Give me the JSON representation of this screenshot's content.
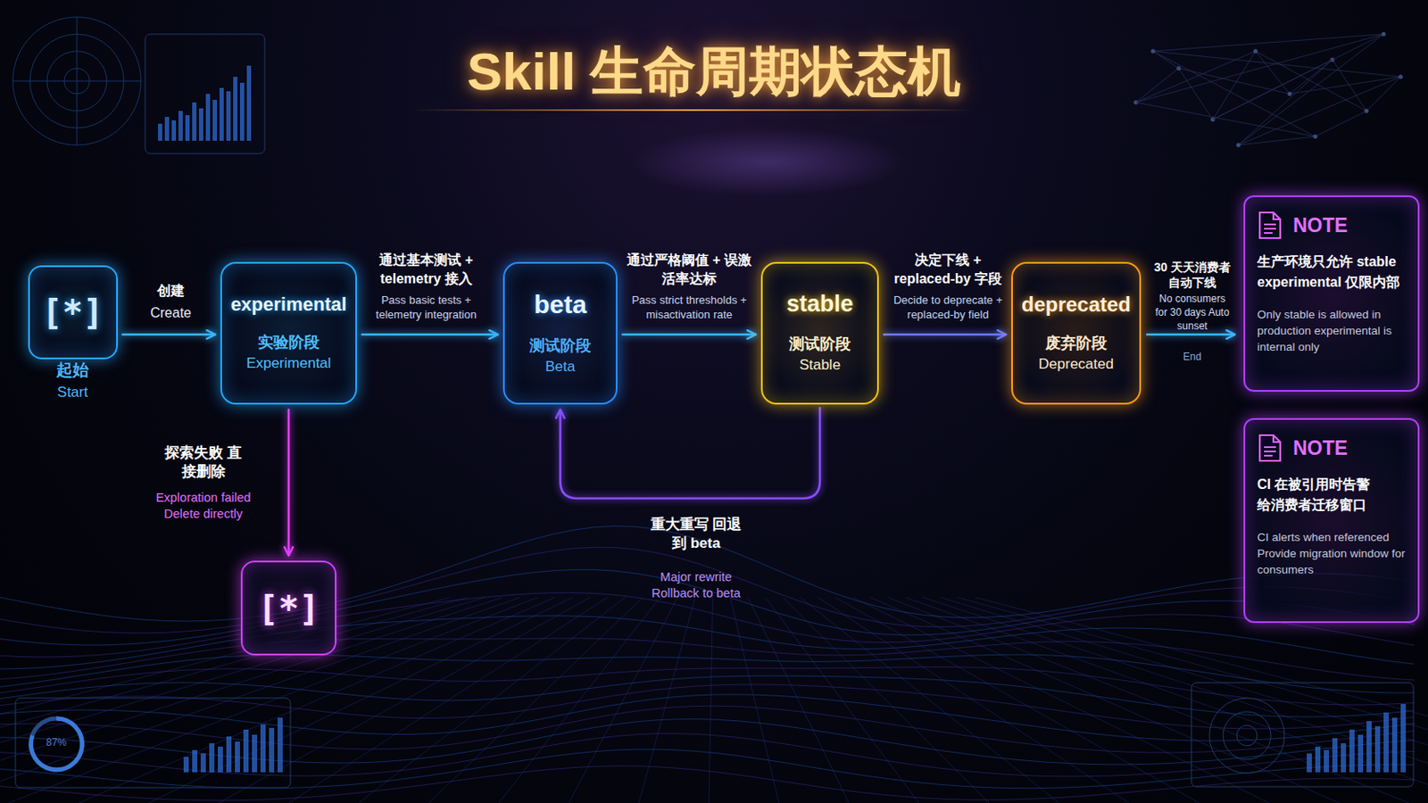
{
  "diagram": {
    "title": "Skill 生命周期状态机",
    "nodes": [
      {
        "text": [
          "[*]",
          "起始",
          "Start"
        ]
      },
      {
        "text": [
          "experimental",
          "实验阶段",
          "Experimental"
        ]
      },
      {
        "text": [
          "beta",
          "测试阶段",
          "Beta"
        ]
      },
      {
        "text": [
          "stable",
          "测试阶段",
          "Stable"
        ]
      },
      {
        "text": [
          "deprecated",
          "废弃阶段",
          "Deprecated"
        ]
      },
      {
        "text": [
          "[*]"
        ]
      },
      {
        "text": [
          "NOTE",
          "生产环境只允许 stable experimental 仅限内部",
          "Only stable is allowed in production experimental is internal only"
        ]
      },
      {
        "text": [
          "NOTE",
          "CI 在被引用时告警 给消费者迁移窗口",
          "CI alerts when referenced Provide migration window for consumers"
        ]
      }
    ],
    "edges": [
      {
        "from": 0,
        "to": 1,
        "arrow": "to",
        "label": "创建"
      },
      {
        "from": 1,
        "to": 2,
        "arrow": "to",
        "label": "通过基本测试 + telemetry 接入"
      },
      {
        "from": 2,
        "to": 3,
        "arrow": "to",
        "label": "通过严格阈值 + 误激活率达标"
      },
      {
        "from": 3,
        "to": 4,
        "arrow": "to",
        "label": "决定下线 + replaced-by 字段"
      },
      {
        "from": 1,
        "to": 5,
        "arrow": "to",
        "label": "探索失败 直接删除"
      },
      {
        "from": 3,
        "to": 2,
        "arrow": "to",
        "label": "重大重写 回退到 beta"
      }
    ],
    "labels": [
      "Create",
      "Pass basic tests + telemetry integration",
      "Pass strict thresholds + misactivation rate",
      "Decide to deprecate + replaced-by field",
      "Exploration failed Delete directly",
      "Major rewrite Rollback to beta",
      "30 天天消费者 自动下线",
      "No consumers for 30 days Auto sunset",
      "End",
      "87%"
    ]
  }
}
